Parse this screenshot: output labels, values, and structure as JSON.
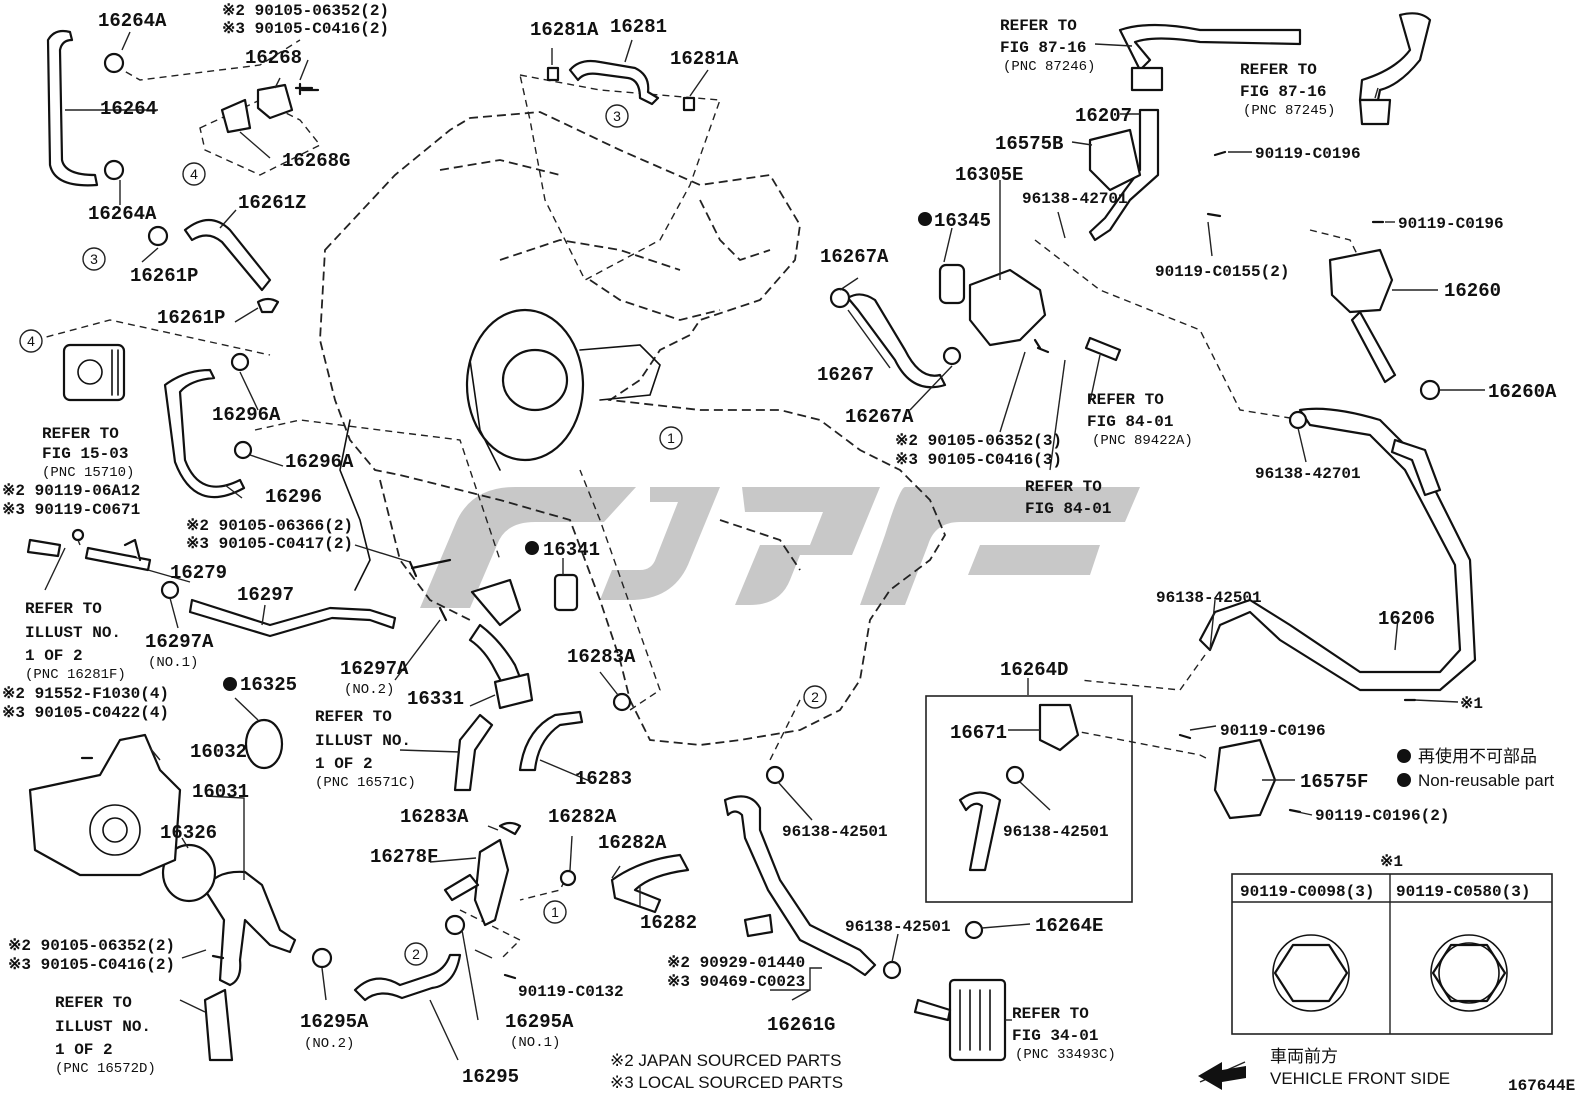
{
  "diagram_id": "167644E",
  "labels": {
    "p16264A_top": "16264A",
    "p16264": "16264",
    "p16264A_bot": "16264A",
    "p16268": "16268",
    "p16268G": "16268G",
    "bolt_top_1": "※2 90105-06352(2)",
    "bolt_top_2": "※3 90105-C0416(2)",
    "p16281A_l": "16281A",
    "p16281": "16281",
    "p16281A_r": "16281A",
    "p16261Z": "16261Z",
    "p16261P_a": "16261P",
    "p16261P_b": "16261P",
    "p16296A_a": "16296A",
    "p16296A_b": "16296A",
    "p16296": "16296",
    "ref_15_1": "REFER TO",
    "ref_15_2": "FIG 15-03",
    "ref_15_3": "(PNC 15710)",
    "bolt_l1_1": "※2 90119-06A12",
    "bolt_l1_2": "※3 90119-C0671",
    "bolt_l2_1": "※2 90105-06366(2)",
    "bolt_l2_2": "※3 90105-C0417(2)",
    "p16279": "16279",
    "p16297": "16297",
    "p16297A_1": "16297A",
    "no1_a": "(NO.1)",
    "ref_281F_1": "REFER TO",
    "ref_281F_2": "ILLUST NO.",
    "ref_281F_3": "1 OF 2",
    "ref_281F_4": "(PNC 16281F)",
    "bolt_l3_1": "※2 91552-F1030(4)",
    "bolt_l3_2": "※3 90105-C0422(4)",
    "p16325": "16325",
    "p16032": "16032",
    "p16031": "16031",
    "p16326": "16326",
    "bolt_l4_1": "※2 90105-06352(2)",
    "bolt_l4_2": "※3 90105-C0416(2)",
    "ref_572_1": "REFER TO",
    "ref_572_2": "ILLUST NO.",
    "ref_572_3": "1 OF 2",
    "ref_572_4": "(PNC 16572D)",
    "p16295A_2": "16295A",
    "no2_a": "(NO.2)",
    "p16297A_2": "16297A",
    "no2_b": "(NO.2)",
    "p16331": "16331",
    "ref_571_1": "REFER TO",
    "ref_571_2": "ILLUST NO.",
    "ref_571_3": "1 OF 2",
    "ref_571_4": "(PNC 16571C)",
    "p16341": "16341",
    "p16283A_a": "16283A",
    "p16283": "16283",
    "p16283A_b": "16283A",
    "p16282A_a": "16282A",
    "p16282A_b": "16282A",
    "p16278F": "16278F",
    "p16282": "16282",
    "bolt_0132": "90119-C0132",
    "p16295A_1": "16295A",
    "no1_b": "(NO.1)",
    "p16295": "16295",
    "src2": "※2 JAPAN SOURCED PARTS",
    "src3": "※3 LOCAL SOURCED PARTS",
    "p16267A_a": "16267A",
    "p16267": "16267",
    "p16267A_b": "16267A",
    "p16345": "16345",
    "p16305E": "16305E",
    "clamp_42701_a": "96138-42701",
    "bolt_m1_1": "※2 90105-06352(3)",
    "bolt_m1_2": "※3 90105-C0416(3)",
    "ref_8401a_1": "REFER TO",
    "ref_8401a_2": "FIG 84-01",
    "ref_8401a_3": "(PNC 89422A)",
    "ref_8401b_1": "REFER TO",
    "ref_8401b_2": "FIG 84-01",
    "ref_87246_1": "REFER TO",
    "ref_87246_2": "FIG 87-16",
    "ref_87246_3": "(PNC 87246)",
    "p16207": "16207",
    "p16575B": "16575B",
    "bolt_0196_a": "90119-C0196",
    "bolt_0155": "90119-C0155(2)",
    "ref_87245_1": "REFER TO",
    "ref_87245_2": "FIG 87-16",
    "ref_87245_3": "(PNC 87245)",
    "bolt_0196_b": "90119-C0196",
    "p16260": "16260",
    "p16260A": "16260A",
    "clamp_42701_b": "96138-42701",
    "clamp_42501_a": "96138-42501",
    "p16206": "16206",
    "mark1": "※1",
    "p16264D": "16264D",
    "p16671": "16671",
    "clamp_42501_b": "96138-42501",
    "clamp_42501_c": "96138-42501",
    "bolt_0196_c": "90119-C0196",
    "p16575F": "16575F",
    "bolt_0196_d": "90119-C0196(2)",
    "legend_jp": "再使用不可部品",
    "legend_en": "Non-reusable part",
    "clamp_42501_d": "96138-42501",
    "p16264E": "16264E",
    "bolt_g_1": "※2 90929-01440",
    "bolt_g_2": "※3 90469-C0023",
    "p16261G": "16261G",
    "ref_34_1": "REFER TO",
    "ref_34_2": "FIG 34-01",
    "ref_34_3": "(PNC 33493C)",
    "table_title": "※1",
    "table_col1": "90119-C0098(3)",
    "table_col2": "90119-C0580(3)",
    "front_jp": "車両前方",
    "front_en": "VEHICLE FRONT SIDE",
    "c1a": "1",
    "c1b": "1",
    "c2a": "2",
    "c2b": "2",
    "c3a": "3",
    "c3b": "3",
    "c4a": "4",
    "c4b": "4"
  }
}
